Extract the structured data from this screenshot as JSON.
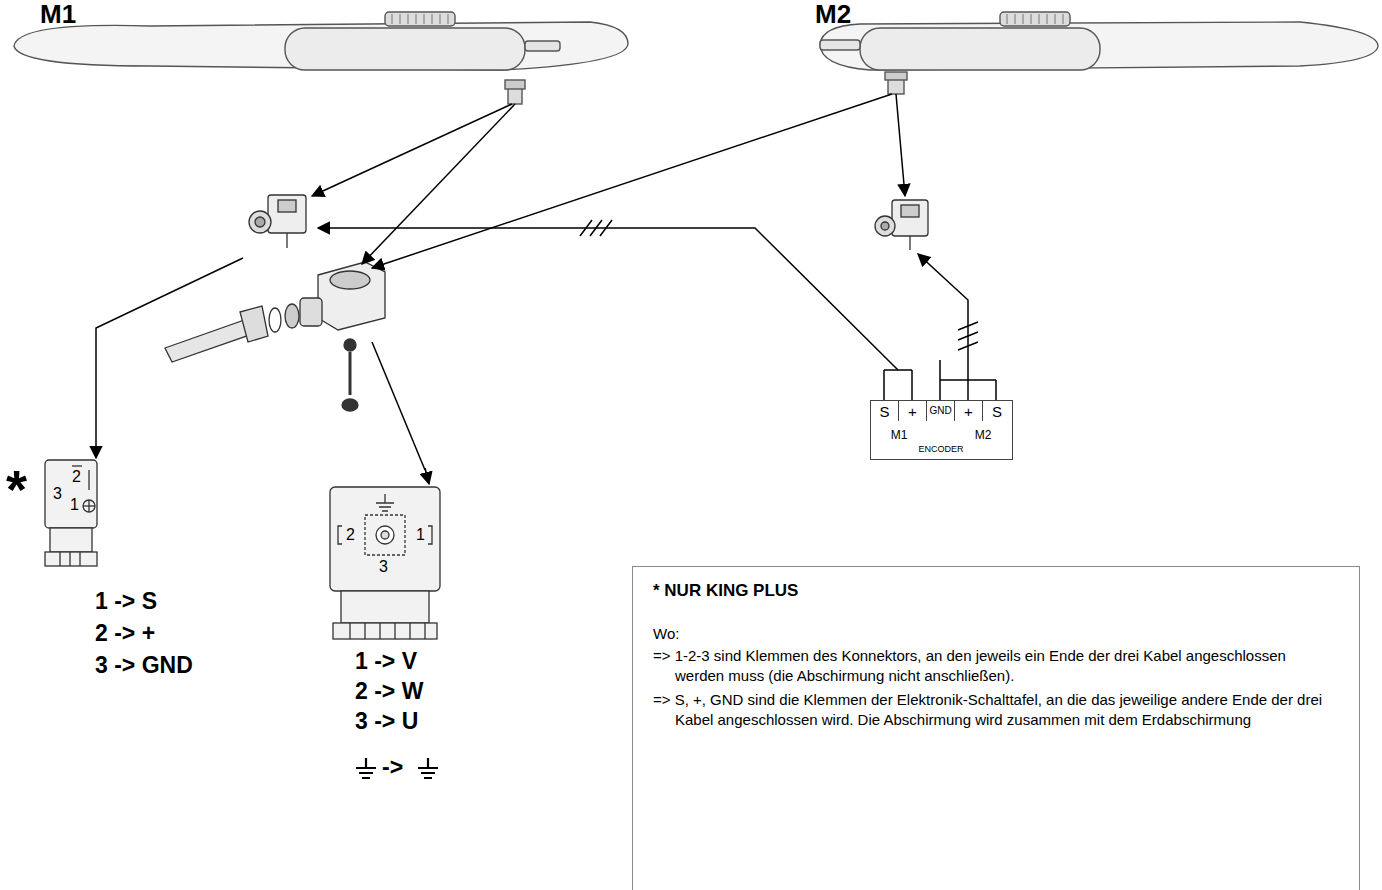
{
  "diagram": {
    "nodes": [
      {
        "text": [
          "* NUR KING PLUS",
          "Wo:",
          "=> 1-2-3 sind Klemmen des Konnektors, an den jeweils ein Ende der drei Kabel angeschlossen werden muss (die Abschirmung nicht anschließen).",
          "=> S, +, GND sind die Klemmen der Elektronik-Schalttafel, an die das jeweilige andere Ende der drei Kabel angeschlossen wird. Die Abschirmung wird zusammen mit dem Erdabschirmung"
        ]
      },
      {
        "text": [
          "S",
          "+",
          "GND",
          "+",
          "S",
          "M1",
          "ENCODER",
          "M2"
        ]
      }
    ],
    "labels": [
      "M1",
      "M2",
      "*",
      "3",
      "2",
      "1",
      "2",
      "1",
      "3",
      "1 -> S",
      "2 -> +",
      "3 -> GND",
      "1 -> V",
      "2 -> W",
      "3 -> U",
      "->"
    ]
  }
}
